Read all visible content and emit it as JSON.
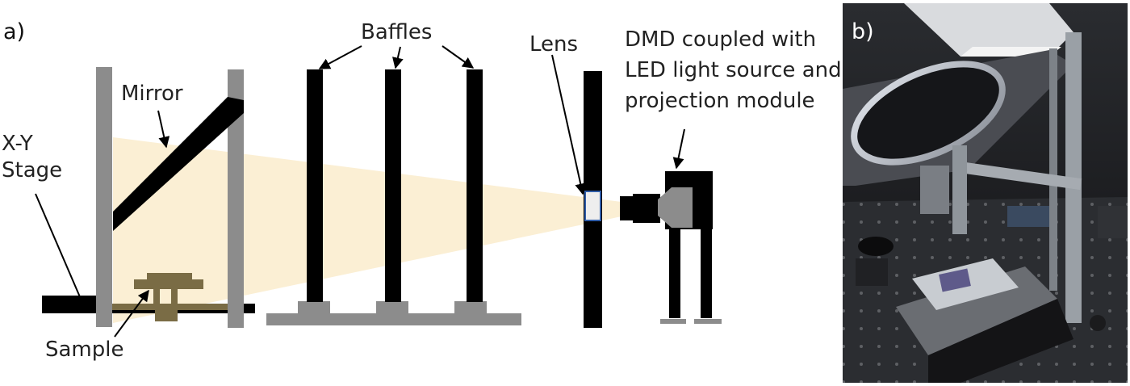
{
  "panels": {
    "a": "a)",
    "b": "b)"
  },
  "labels": {
    "xy_stage_line1": "X-Y",
    "xy_stage_line2": "Stage",
    "mirror": "Mirror",
    "sample": "Sample",
    "baffles": "Baffles",
    "lens": "Lens",
    "dmd_line1": "DMD coupled with",
    "dmd_line2": "LED light source and",
    "dmd_line3": "projection module"
  },
  "colors": {
    "frame_gray": "#8c8c8c",
    "part_black": "#000000",
    "light_beam": "#fbefd4",
    "sample_holder": "#7a6c45",
    "lens_fill": "#eeeeee",
    "lens_outline": "#2f5da8"
  }
}
